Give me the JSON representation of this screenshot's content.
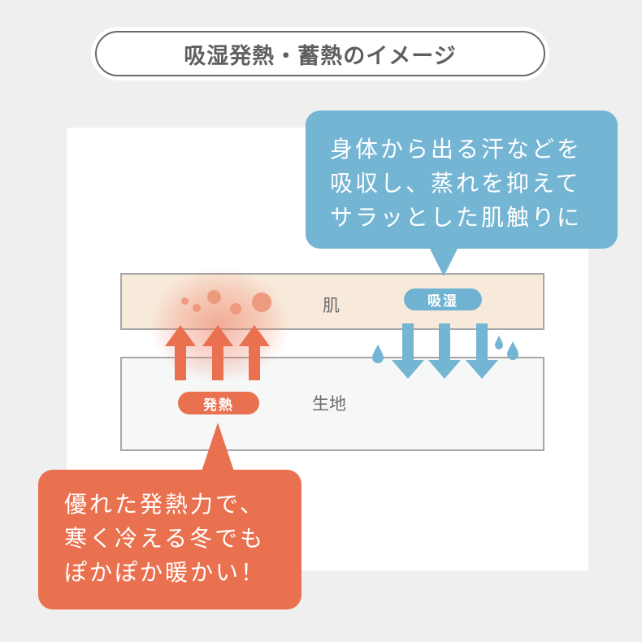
{
  "title": "吸湿発熱・蓄熱のイメージ",
  "layers": {
    "skin_label": "肌",
    "fabric_label": "生地"
  },
  "tags": {
    "heat": "発熱",
    "moisture_absorption": "吸湿"
  },
  "callouts": {
    "moisture": {
      "lines": [
        "身体から出る汗などを",
        "吸収し、蒸れを抑えて",
        "サラッとした肌触りに"
      ]
    },
    "heat": {
      "lines": [
        "優れた発熱力で、",
        "寒く冷える冬でも",
        "ぽかぽか暖かい！"
      ]
    }
  },
  "icons": {
    "heat_arrows": "arrow-up-icon x3",
    "moisture_arrows": "arrow-down-icon x3",
    "water_drops": "water-drop-icon x3",
    "heat_bubbles": "heat-bubble-icon x5"
  },
  "colors": {
    "background": "#efefef",
    "panel": "#ffffff",
    "skin_layer": "#f8eadb",
    "fabric_layer": "#f6f7f7",
    "layer_border": "#a7a7a7",
    "heat_accent": "#e9714f",
    "moisture_accent": "#74b5d4",
    "title_text": "#5f5f5f"
  }
}
